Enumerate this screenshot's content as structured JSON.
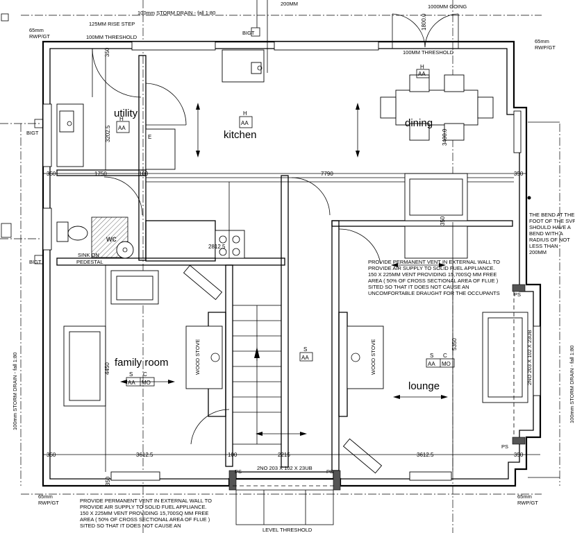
{
  "rooms": {
    "utility": "utility",
    "kitchen": "kitchen",
    "dining": "dining",
    "wc": "wc",
    "family_room": "family room",
    "lounge": "lounge"
  },
  "labels": {
    "storm_drain_top": "100mm STORM  DRAIN - fall 1:80",
    "storm_drain_left": "100mm STORM  DRAIN - fall 1:80",
    "storm_drain_right": "100mm STORM  DRAIN - fall 1:80",
    "rise_step": "125MM RISE STEP",
    "threshold_utility": "100MM THRESHOLD",
    "threshold_dining": "100MM THRESHOLD",
    "going_top": "200MM",
    "going_dining": "1000MM GOING",
    "rwp_tl": "65mm",
    "rwp_tl2": "RWP/GT",
    "rwp_tr": "65mm",
    "rwp_tr2": "RWP/GT",
    "rwp_bl": "65mm",
    "rwp_bl2": "RWP/GT",
    "rwp_br": "65mm",
    "rwp_br2": "RWP/GT",
    "bigt_1": "BIGT",
    "bigt_2": "BIGT",
    "bigt_3": "BIGT",
    "sink_pedestal_1": "SINK ON",
    "sink_pedestal_2": "PEDESTAL",
    "wood_stove_1": "WOOD STOVE",
    "wood_stove_2": "WOOD STOVE",
    "lintel_top": "2NO 203 X 102 X 23UB",
    "lintel_right": "2NO 203 X 102 X 23UB",
    "level_threshold": "LEVEL THRESHOLD",
    "ps": "PS",
    "mark_h": "H",
    "mark_aa": "AA",
    "mark_s": "S",
    "mark_c": "C",
    "mark_mo": "MO",
    "mark_e": "E"
  },
  "dimensions": {
    "d350_left": "350",
    "d1750": "1750",
    "d100_mid": "100",
    "d7790": "7790",
    "d350_right": "350",
    "d3202": "3202.5",
    "d2812": "2812.5",
    "d4450": "4450",
    "d5350": "5350",
    "d350_bl": "350",
    "d3612_l": "3612.5",
    "d100_b": "100",
    "d2215": "2215",
    "d3612_r": "3612.5",
    "d350_br": "350",
    "d350_ut": "350",
    "d1800": "1800.0",
    "d3400": "3400.0",
    "d350_top": "350",
    "d350_ts": "350"
  },
  "notes": {
    "svp_bend": [
      "THE BEND AT THE",
      "FOOT OF THE SVP",
      "SHOULD HAVE A",
      "BEND WITH A",
      "RADIUS OF NOT",
      "LESS THAN",
      "200MM"
    ],
    "vent_lounge": [
      "PROVIDE PERMANENT VENT IN EXTERNAL WALL TO",
      "PROVIDE AIR SUPPLY TO SOLID FUEL APPLIANCE.",
      "150 X 225MM VENT PROVIDING 15,700SQ MM FREE",
      "AREA ( 50% OF CROSS SECTIONAL AREA OF FLUE )",
      "SITED SO THAT IT DOES NOT CAUSE AN",
      "UNCOMFORTABLE DRAUGHT FOR THE OCCUPANTS"
    ],
    "vent_family": [
      "PROVIDE PERMANENT VENT IN EXTERNAL WALL TO",
      "PROVIDE AIR SUPPLY TO SOLID FUEL APPLIANCE.",
      "150 X 225MM VENT PROVIDING 15,700SQ MM FREE",
      "AREA ( 50% OF CROSS SECTIONAL AREA OF FLUE )",
      "SITED SO THAT IT DOES NOT CAUSE AN"
    ]
  }
}
